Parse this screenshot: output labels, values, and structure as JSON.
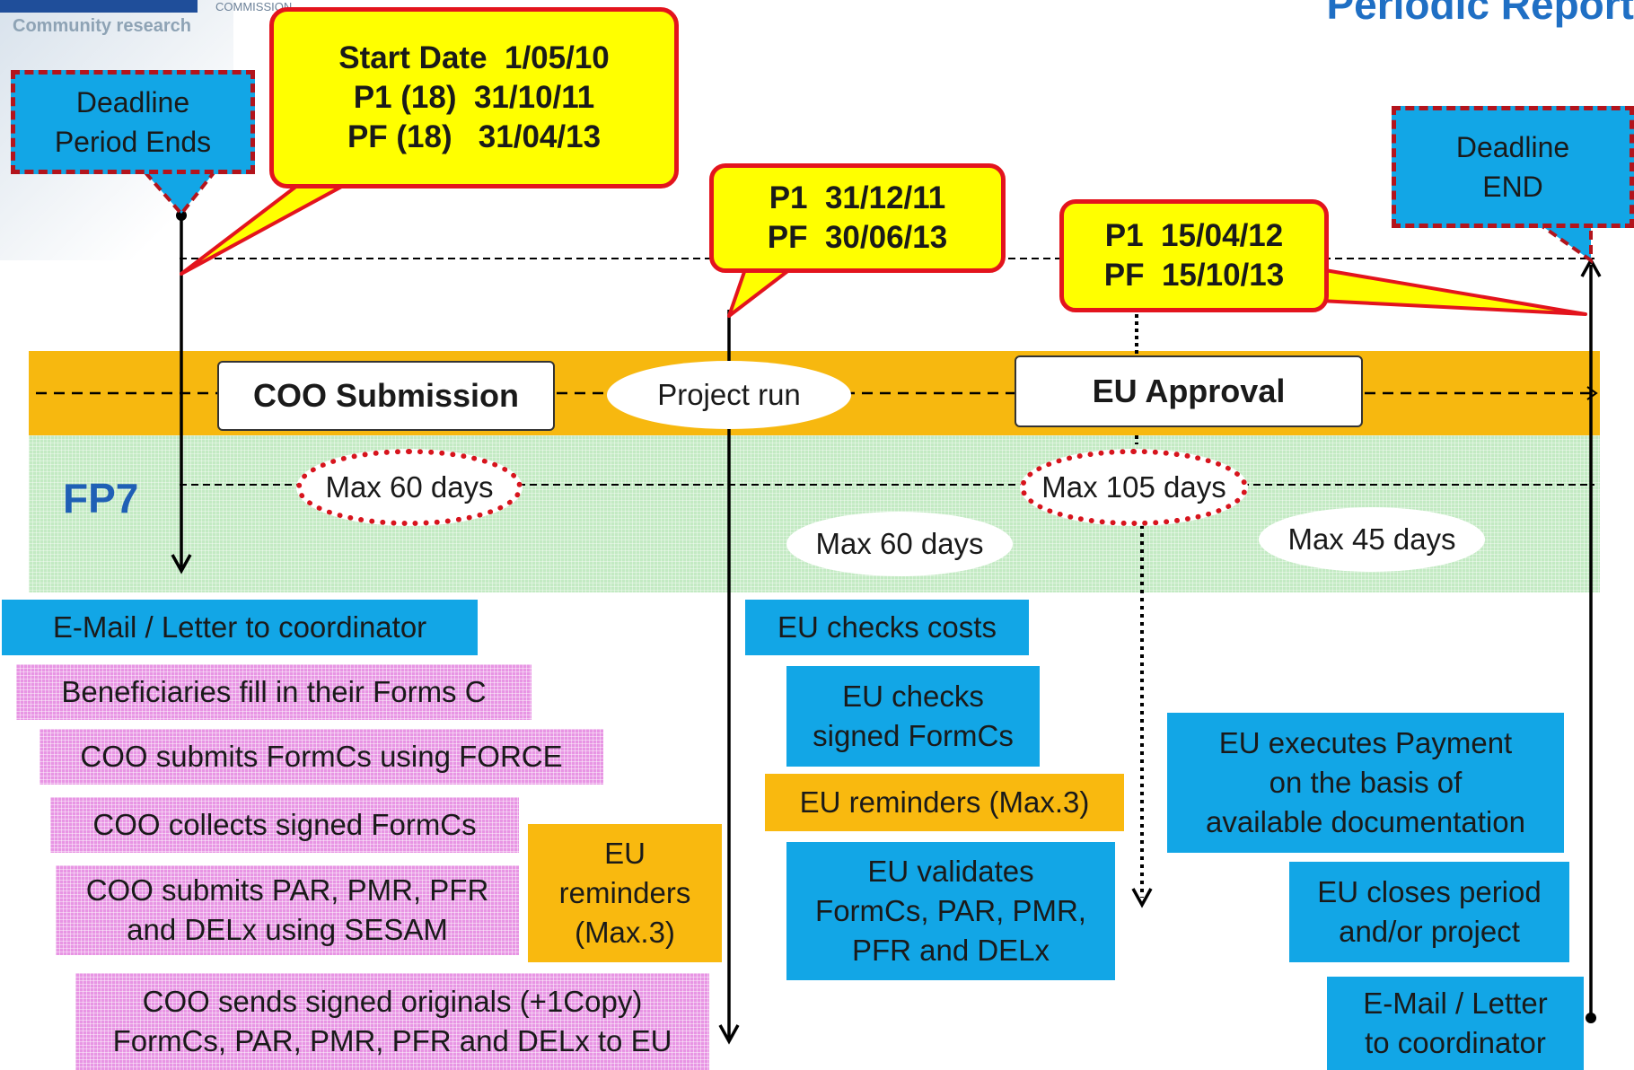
{
  "header": {
    "logo_text": "Community research",
    "logo_small": "COMMISSION",
    "page_title": "Periodic Report"
  },
  "deadlines": {
    "period_ends": "Deadline\nPeriod Ends",
    "end": "Deadline\nEND"
  },
  "callouts": {
    "start": "Start Date  1/05/10\nP1 (18)  31/10/11\nPF (18)   31/04/13",
    "mid": "P1  31/12/11\nPF  30/06/13",
    "approval": "P1  15/04/12\nPF  15/10/13"
  },
  "timeline": {
    "coo_submission": "COO Submission",
    "project_run": "Project run",
    "eu_approval": "EU Approval",
    "fp7": "FP7",
    "max_60_a": "Max 60 days",
    "max_105": "Max 105 days",
    "max_60_b": "Max 60 days",
    "max_45": "Max 45 days"
  },
  "steps": {
    "email_letter": "E-Mail / Letter to coordinator",
    "beneficiaries": "Beneficiaries fill in their Forms C",
    "coo_submits_force": "COO submits FormCs using FORCE",
    "coo_collects": "COO collects signed FormCs",
    "coo_submits_sesam": "COO submits PAR, PMR, PFR\nand DELx using SESAM",
    "coo_sends": "COO sends signed originals (+1Copy)\nFormCs, PAR, PMR, PFR and DELx to EU",
    "eu_reminders_left": "EU\nreminders\n(Max.3)",
    "eu_checks_costs": "EU checks costs",
    "eu_checks_signed": "EU checks\nsigned FormCs",
    "eu_reminders_mid": "EU reminders (Max.3)",
    "eu_validates": "EU validates\nFormCs, PAR, PMR,\nPFR and DELx",
    "eu_executes": "EU executes Payment\non the basis of\navailable documentation",
    "eu_closes": "EU closes period\nand/or project",
    "email_letter_right": "E-Mail / Letter\nto coordinator"
  },
  "colors": {
    "blue": "#12a6e6",
    "orange": "#f9b90f",
    "pink": "#e895e4",
    "yellow": "#ffff00",
    "red": "#e3141d",
    "title_blue": "#1f6fc4"
  }
}
